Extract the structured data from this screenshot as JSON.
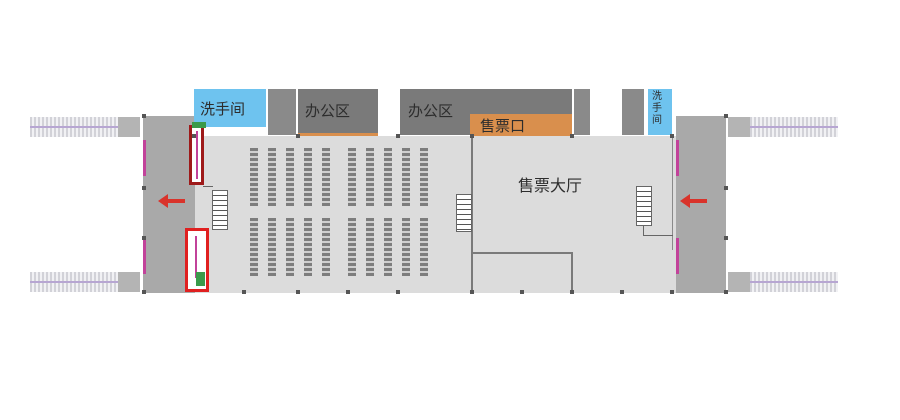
{
  "rooms": {
    "washroom_left": "洗手间",
    "office_1": "办公区",
    "office_2": "办公区",
    "ticket_window": "售票口",
    "ticket_hall": "售票大厅",
    "washroom_right": "洗\n手\n间"
  },
  "colors": {
    "washroom": "#6ec3ef",
    "office": "#7a7a7a",
    "ticket_window": "#d98f4d",
    "hall": "#dcdcdc",
    "arrow": "#d9332b"
  },
  "icons": {
    "exit_left": "arrow-left-icon",
    "exit_right": "arrow-left-icon"
  }
}
